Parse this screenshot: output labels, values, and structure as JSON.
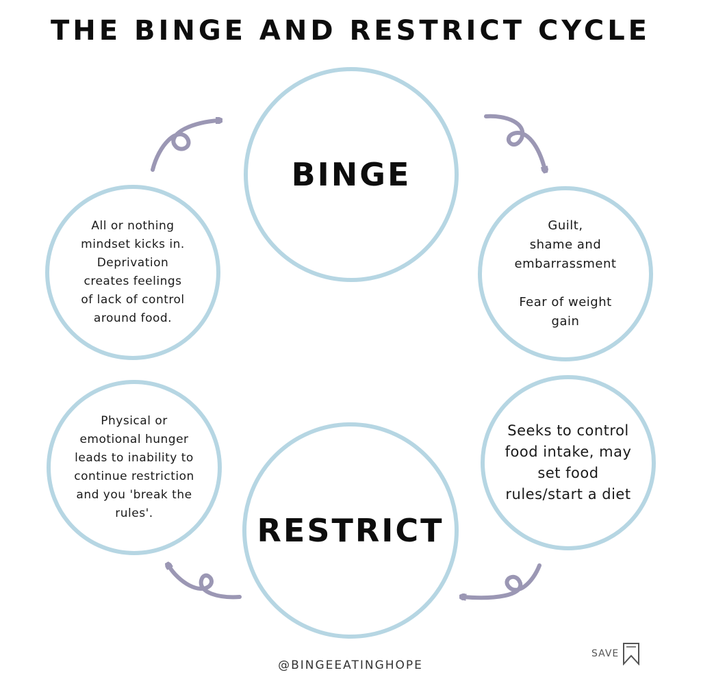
{
  "title": "THE BINGE AND RESTRICT CYCLE",
  "nodes": {
    "binge": "BINGE",
    "restrict": "RESTRICT",
    "guilt": "Guilt,\nshame and\nembarrassment\n\nFear of weight\ngain",
    "control": "Seeks to control\nfood intake, may\nset food\nrules/start a diet",
    "hunger": "Physical or\nemotional hunger\nleads to inability to\ncontinue restriction\nand you 'break the\nrules'.",
    "mindset": "All or nothing\nmindset kicks in.\nDeprivation\ncreates feelings\nof lack of control\naround food."
  },
  "footer": {
    "handle": "@BINGEEATINGHOPE",
    "save_label": "SAVE"
  },
  "colors": {
    "circle_border": "#b6d6e3",
    "arrow": "#9b97b4",
    "text": "#0d0d0d"
  },
  "icons": {
    "arrow": "curly-arrow-icon",
    "save": "bookmark-icon"
  }
}
